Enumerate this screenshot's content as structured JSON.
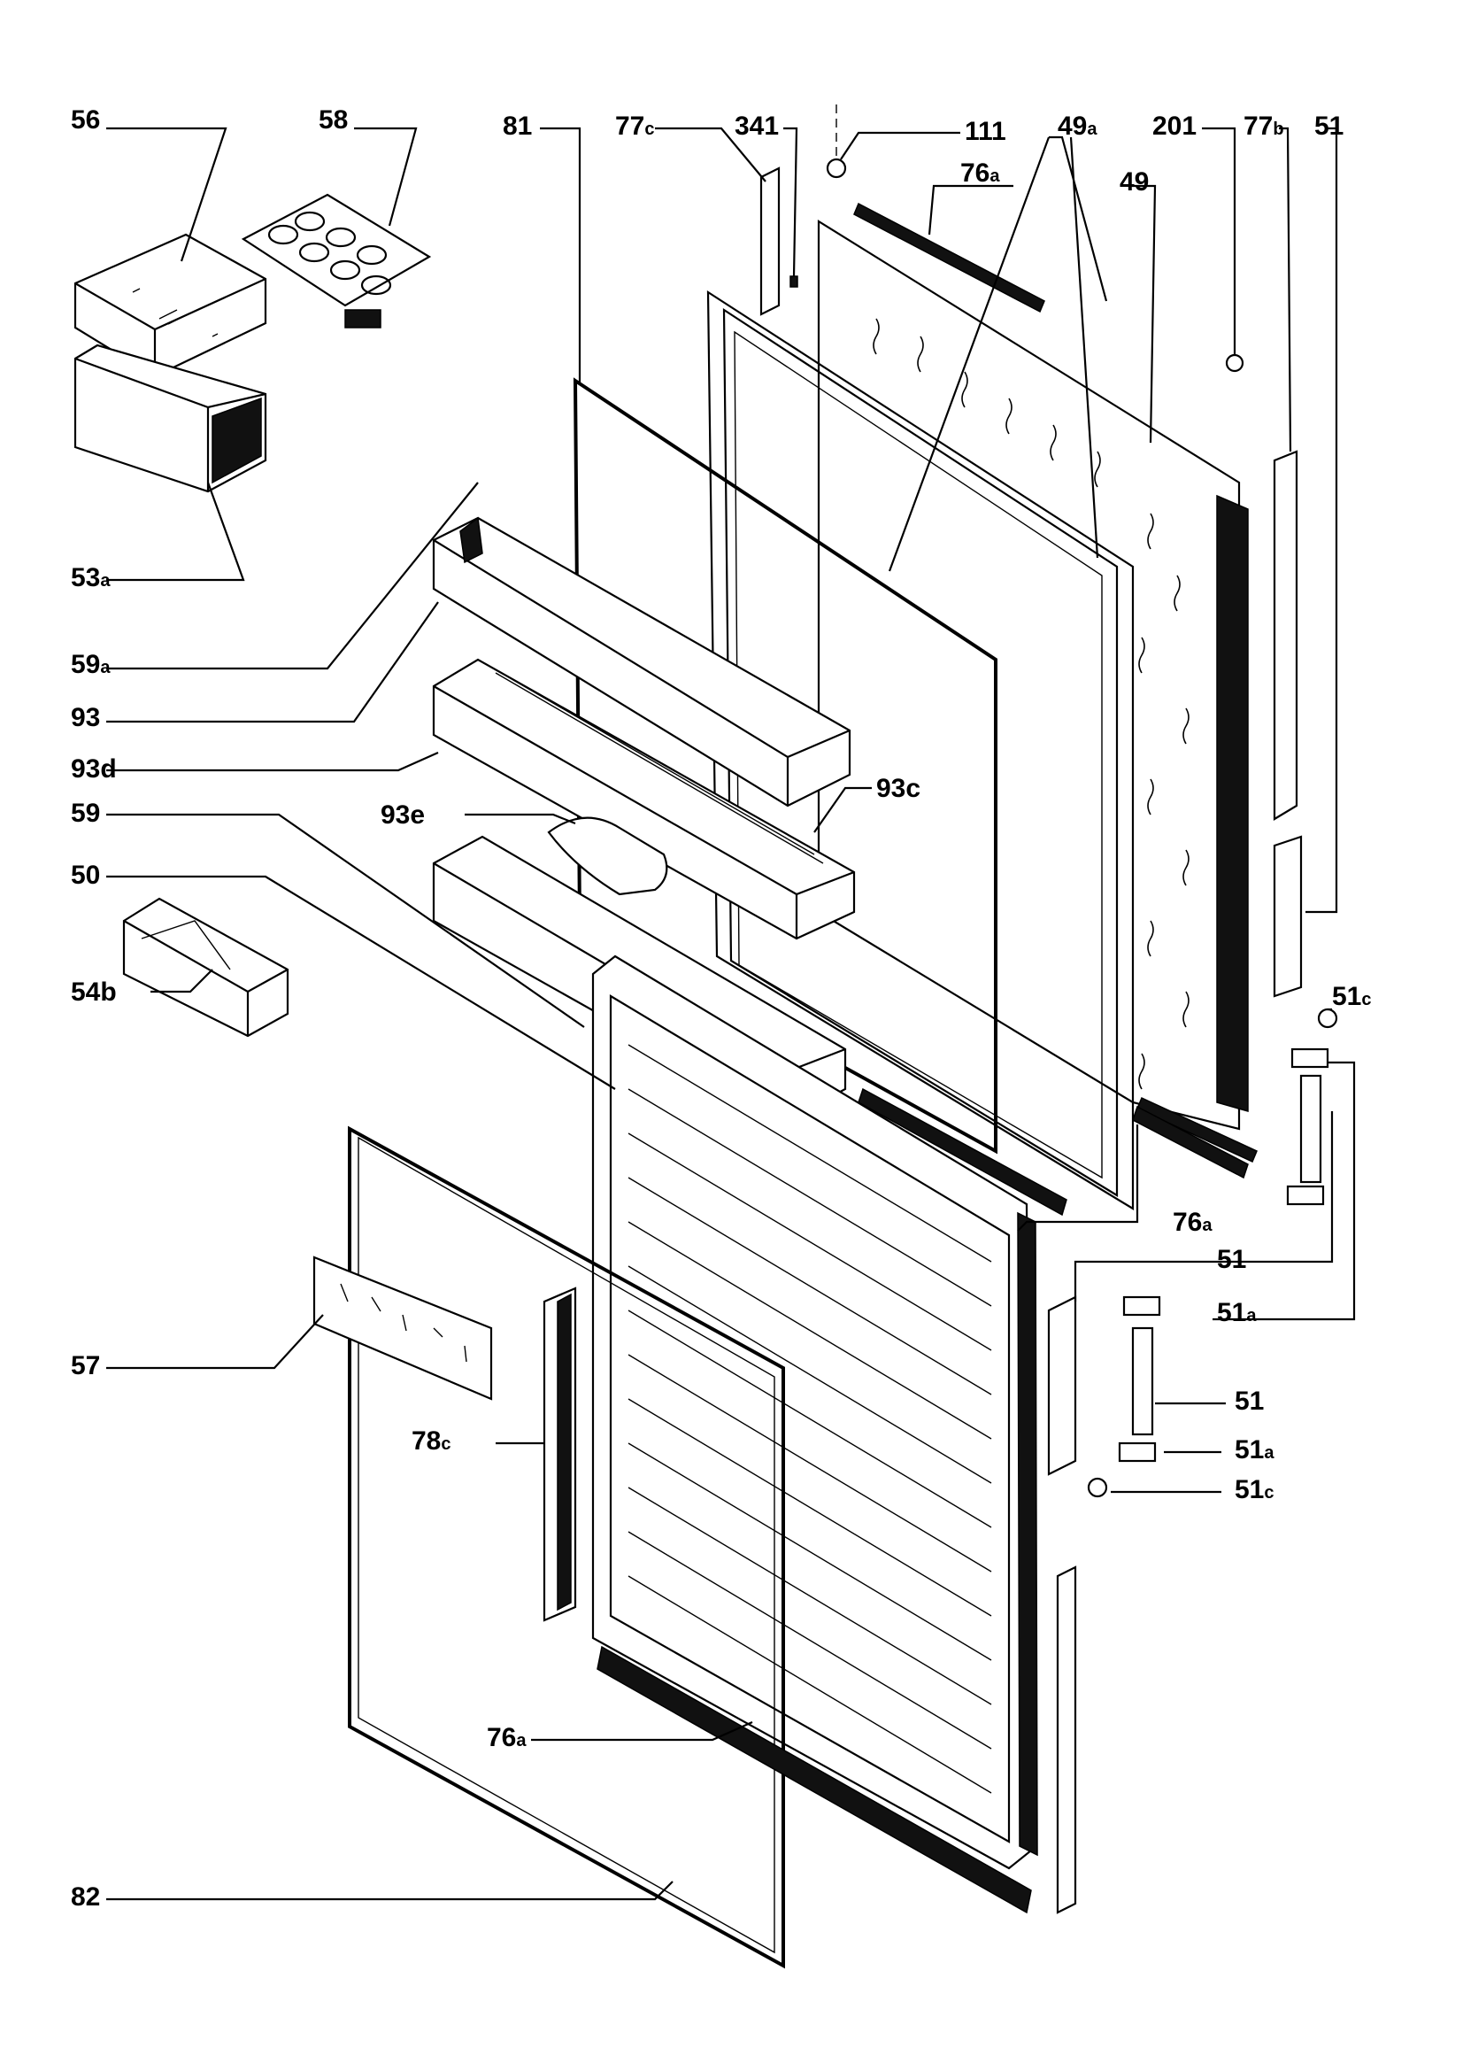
{
  "labels": {
    "l56": "56",
    "l58": "58",
    "l81": "81",
    "l77c": "77",
    "l341": "341",
    "l111": "111",
    "l49a": "49",
    "l201": "201",
    "l77b": "77",
    "l51top": "51",
    "l76a_top": "76",
    "l49": "49",
    "l53a": "53",
    "l59a": "59",
    "l93": "93",
    "l93d": "93d",
    "l93c": "93c",
    "l93e": "93e",
    "l59": "59",
    "l50": "50",
    "l54b": "54b",
    "l51c_top": "51",
    "l76a_mid": "76",
    "l51_mid": "51",
    "l51a_mid": "51",
    "l57": "57",
    "l51_low": "51",
    "l78c": "78",
    "l51a_low": "51",
    "l51c_low": "51",
    "l76a_low": "76",
    "l82": "82"
  },
  "suffixes": {
    "s77c": "c",
    "s49a": "a",
    "s77b": "b",
    "s76a_top": "a",
    "s53a": "a",
    "s59a": "a",
    "s51c_top": "c",
    "s76a_mid": "a",
    "s51a_mid": "a",
    "s78c": "c",
    "s51a_low": "a",
    "s51c_low": "c",
    "s76a_low": "a"
  }
}
